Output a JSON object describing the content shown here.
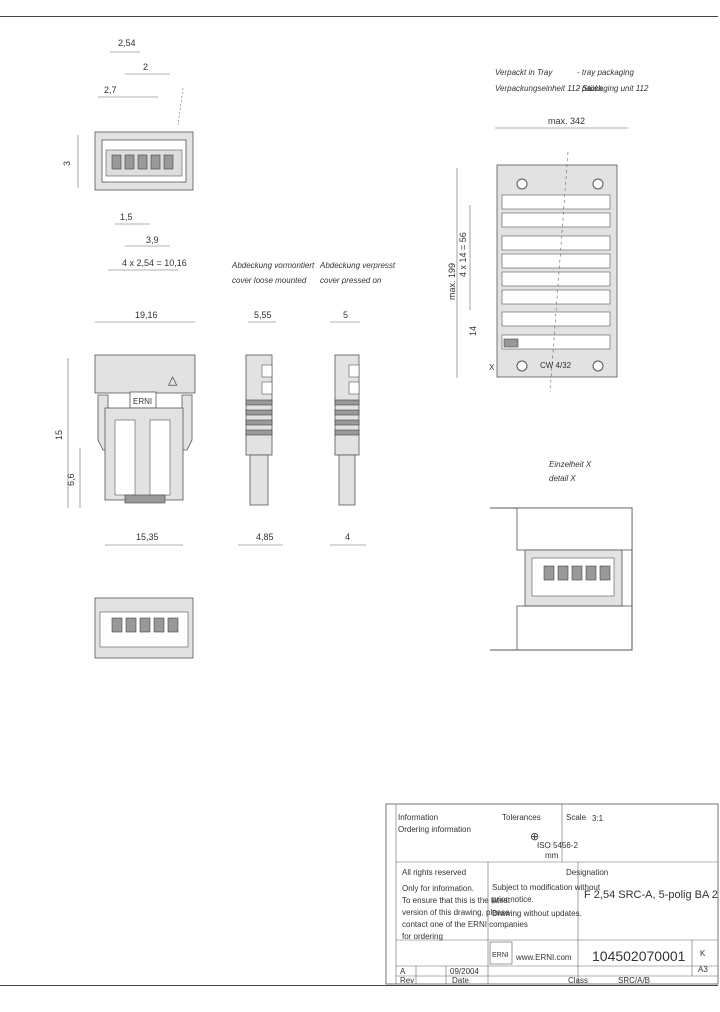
{
  "top_view": {
    "dim_a": "2,54",
    "dim_b": "2",
    "dim_c": "2,7",
    "dim_side": "3"
  },
  "pitch_dims": {
    "dim_a": "1,5",
    "dim_b": "3,9",
    "dim_c": "4 x 2,54 = 10,16"
  },
  "front_view": {
    "width": "19,16",
    "height": "15",
    "lower": "6,6",
    "bottom_width": "15,35"
  },
  "side_loose": {
    "caption_de": "Abdeckung vormontiert",
    "caption_en": "cover loose mounted",
    "top": "5,55",
    "bottom": "4,85"
  },
  "side_pressed": {
    "caption_de": "Abdeckung verpresst",
    "caption_en": "cover pressed on",
    "top": "5",
    "bottom": "4"
  },
  "packaging": {
    "line1_de": "Verpackt in Tray",
    "line1_en": "- tray packaging",
    "line2_de": "Verpackungseinheit 112 Stück",
    "line2_en": "- packaging unit 112",
    "width": "max. 342",
    "height": "max. 199",
    "pitch": "4 x 14 = 56",
    "x_label": "X",
    "code": "CW 4/32",
    "v_small": "14"
  },
  "detail": {
    "title_de": "Einzelheit X",
    "title_en": "detail X"
  },
  "title_block": {
    "info_de": "Information",
    "info_en": "Ordering information",
    "tolerances": "Tolerances",
    "projection": "ISO 5456-2",
    "units": "mm",
    "scale_label": "Scale",
    "scale_value": "3:1",
    "rights": "All rights reserved",
    "notice_1": "Only for information.",
    "notice_2": "To ensure that this is the latest",
    "notice_3": "version of this drawing, please",
    "notice_4": "contact one of the ERNI companies",
    "notice_5": "for ordering",
    "subject_1": "Subject to modification without",
    "subject_2": "prior notice.",
    "subject_3": "Drawing without updates.",
    "designation_label": "Designation",
    "designation": "F 2,54 SRC-A, 5-polig BA 2",
    "website": "www.ERNI.com",
    "part_number": "104502070001",
    "sheet_label": "K",
    "revision": "A3",
    "date_label": "Date",
    "class_label": "Class",
    "class_value": "SRC/A/B",
    "code_small": "09/2004",
    "row_a": "A",
    "row_b": "Rev"
  }
}
